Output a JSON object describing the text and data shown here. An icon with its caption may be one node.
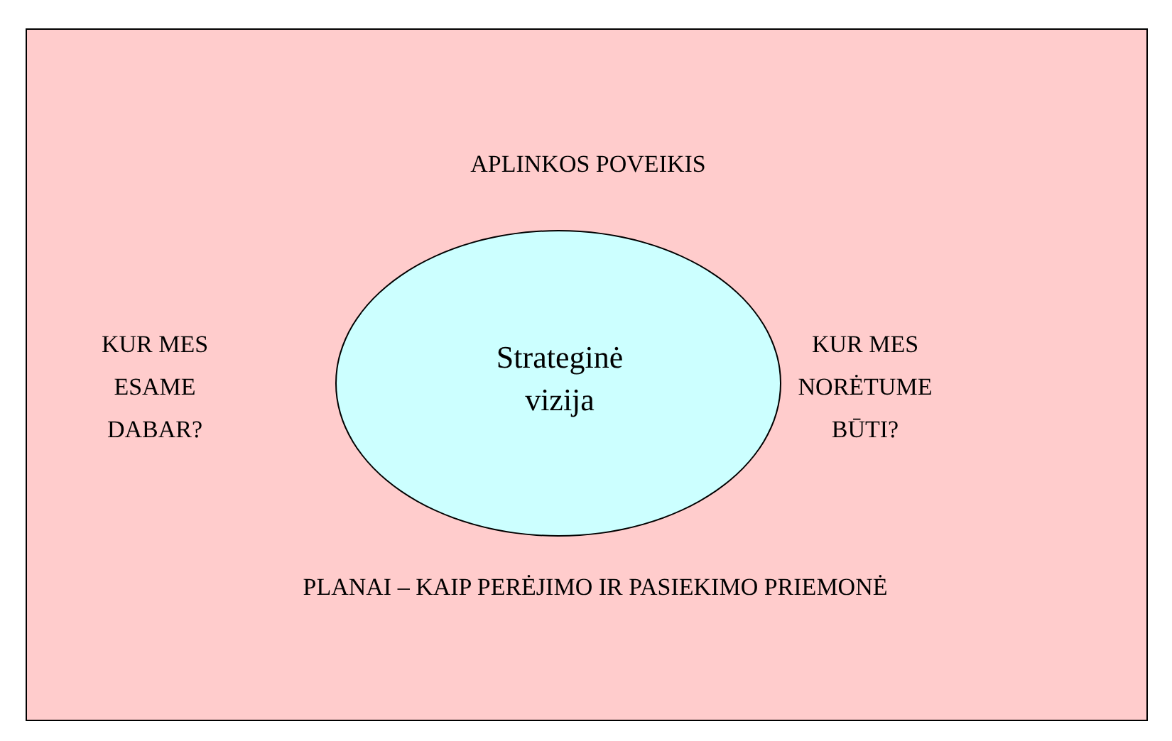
{
  "diagram": {
    "nodes": [
      {
        "text": [
          "APLINKOS POVEIKIS",
          "KUR MES ESAME DABAR?",
          "KUR MES NORĖTUME BŪTI?",
          "PLANAI – KAIP PERĖJIMO IR PASIEKIMO PRIEMONĖ"
        ]
      },
      {
        "text": [
          "Strateginė vizija"
        ],
        "in": 0
      }
    ]
  }
}
